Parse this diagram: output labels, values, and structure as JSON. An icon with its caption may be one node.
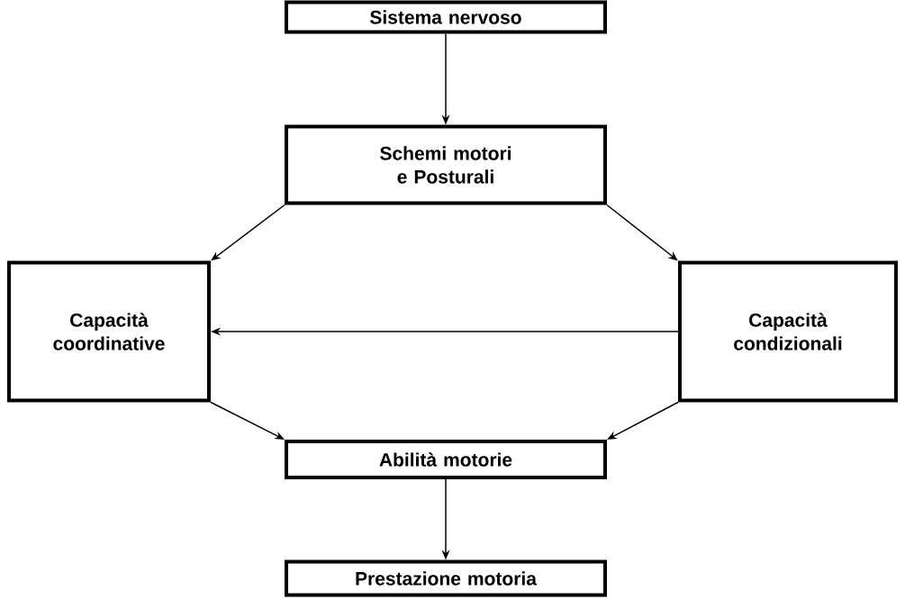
{
  "diagram": {
    "nodes": [
      {
        "text": [
          "Sistema nervoso"
        ]
      },
      {
        "text": [
          "Schemi motori e Posturali"
        ]
      },
      {
        "text": [
          "Capacità coordinative"
        ]
      },
      {
        "text": [
          "Capacità condizionali"
        ]
      },
      {
        "text": [
          "Abilità motorie"
        ]
      },
      {
        "text": [
          "Prestazione motoria"
        ]
      }
    ],
    "edges": [
      {
        "from": 0,
        "to": 1,
        "arrow": "to"
      },
      {
        "from": 1,
        "to": 2,
        "arrow": "to"
      },
      {
        "from": 1,
        "to": 3,
        "arrow": "to"
      },
      {
        "from": 3,
        "to": 2,
        "arrow": "to"
      },
      {
        "from": 2,
        "to": 4,
        "arrow": "to"
      },
      {
        "from": 3,
        "to": 4,
        "arrow": "to"
      },
      {
        "from": 4,
        "to": 5,
        "arrow": "to"
      }
    ]
  }
}
